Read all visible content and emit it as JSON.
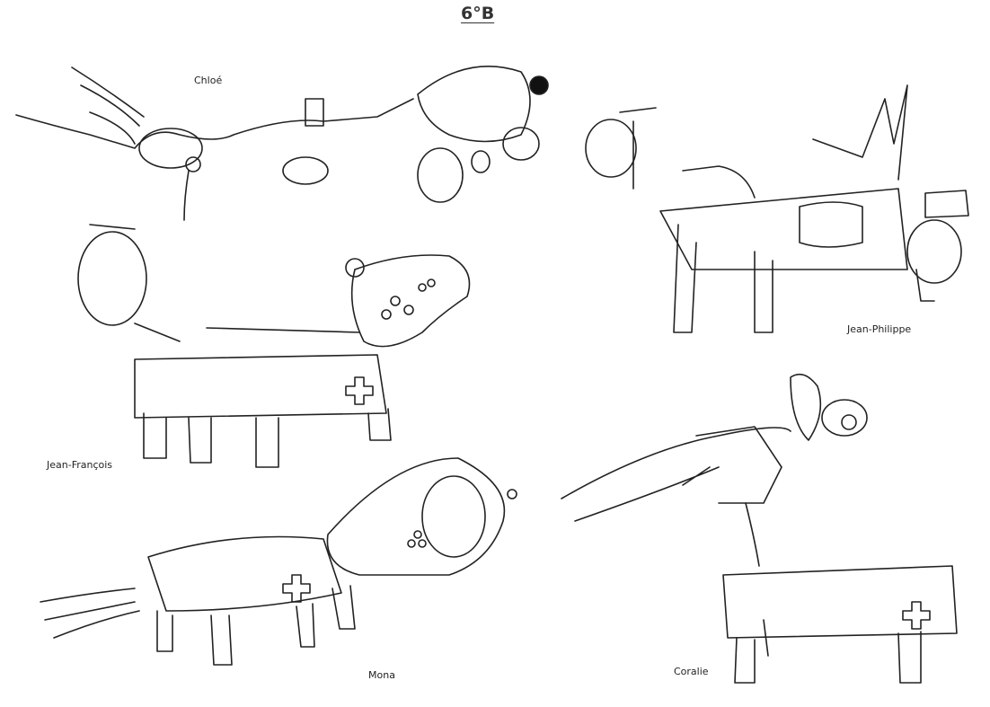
{
  "title": "6°B",
  "drawings": [
    {
      "artist": "Chloé"
    },
    {
      "artist": "Jean-Philippe"
    },
    {
      "artist": "Jean-François"
    },
    {
      "artist": "Mona"
    },
    {
      "artist": "Coralie"
    }
  ]
}
